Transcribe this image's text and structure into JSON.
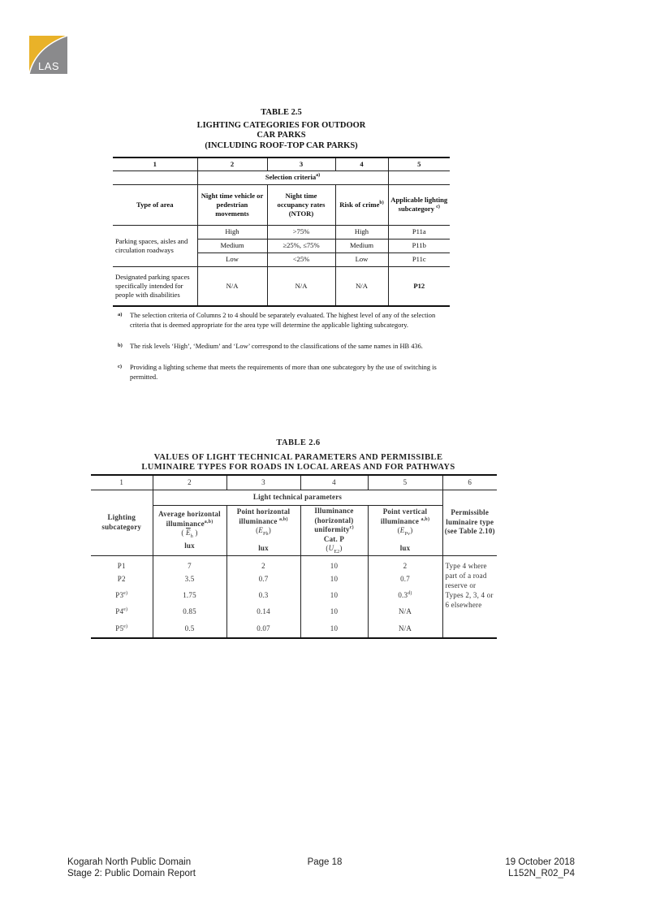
{
  "logo": {
    "text": "LAS",
    "colors": {
      "gold": "#e9b229",
      "grey": "#8a8a8c"
    }
  },
  "table25": {
    "label": "TABLE 2.5",
    "title_lines": [
      "LIGHTING CATEGORIES FOR OUTDOOR",
      "CAR PARKS",
      "(INCLUDING ROOF-TOP CAR PARKS)"
    ],
    "col_numbers": [
      "1",
      "2",
      "3",
      "4",
      "5"
    ],
    "selection_criteria": {
      "text": "Selection criteria",
      "sup": "a)"
    },
    "headers": [
      {
        "text": "Type of area",
        "sup": ""
      },
      {
        "text": "Night time vehicle or pedestrian movements",
        "sup": ""
      },
      {
        "text": "Night time occupancy rates (NTOR)",
        "sup": ""
      },
      {
        "text": "Risk of crime",
        "sup": "b)"
      },
      {
        "text": "Applicable lighting subcategory",
        "sup": "c)"
      }
    ],
    "group1_area": "Parking spaces, aisles and circulation roadways",
    "group1_rows": [
      [
        "High",
        ">75%",
        "High",
        "P11a"
      ],
      [
        "Medium",
        "≥25%, ≤75%",
        "Medium",
        "P11b"
      ],
      [
        "Low",
        "<25%",
        "Low",
        "P11c"
      ]
    ],
    "group2": [
      "Designated parking spaces specifically intended for people with disabilities",
      "N/A",
      "N/A",
      "N/A",
      "P12"
    ],
    "footnotes": [
      {
        "mark": "a)",
        "text": "The selection criteria of Columns 2 to 4 should be separately evaluated. The highest level of any of the selection criteria that is deemed appropriate for the area type will determine the applicable lighting subcategory."
      },
      {
        "mark": "b)",
        "text": "The risk levels ‘High’, ‘Medium’ and ‘Low’ correspond to the classifications of the same names in HB 436."
      },
      {
        "mark": "c)",
        "text": "Providing a lighting scheme that meets the requirements of more than one subcategory by the use of switching is permitted."
      }
    ]
  },
  "table26": {
    "label": "TABLE 2.6",
    "title_lines": [
      "VALUES OF LIGHT TECHNICAL PARAMETERS AND PERMISSIBLE",
      "LUMINAIRE TYPES FOR ROADS IN LOCAL AREAS AND FOR PATHWAYS"
    ],
    "col_numbers": [
      "1",
      "2",
      "3",
      "4",
      "5",
      "6"
    ],
    "group_header": "Light technical parameters",
    "col1_header": "Lighting subcategory",
    "col6_header": "Permissible luminaire type (see Table 2.10)",
    "headers": [
      {
        "text": "Average horizontal illuminance",
        "sup": "a,b)",
        "sym": "E",
        "sym_sub": "h",
        "unit": "lux"
      },
      {
        "text": "Point horizontal illuminance",
        "sup": "a,b)",
        "sym": "E",
        "sym_sub": "Ph",
        "unit": "lux"
      },
      {
        "text": "Illuminance (horizontal) uniformity",
        "sup": "c)",
        "extra": "Cat. P",
        "sym": "U",
        "sym_sub": "E2",
        "unit": ""
      },
      {
        "text": "Point vertical illuminance",
        "sup": "a,b)",
        "sym": "E",
        "sym_sub": "Pv",
        "unit": "lux"
      }
    ],
    "rows": [
      {
        "sub": "P1",
        "sup": "",
        "v": [
          "7",
          "2",
          "10",
          "2"
        ],
        "v5sup": ""
      },
      {
        "sub": "P2",
        "sup": "",
        "v": [
          "3.5",
          "0.7",
          "10",
          "0.7"
        ],
        "v5sup": ""
      },
      {
        "sub": "P3",
        "sup": "e)",
        "v": [
          "1.75",
          "0.3",
          "10",
          "0.3"
        ],
        "v5sup": "d)"
      },
      {
        "sub": "P4",
        "sup": "e)",
        "v": [
          "0.85",
          "0.14",
          "10",
          "N/A"
        ],
        "v5sup": ""
      },
      {
        "sub": "P5",
        "sup": "e)",
        "v": [
          "0.5",
          "0.07",
          "10",
          "N/A"
        ],
        "v5sup": ""
      }
    ],
    "luminaire_type": "Type 4 where part of a road reserve or Types 2, 3, 4 or 6 elsewhere"
  },
  "footer": {
    "left_line1": "Kogarah North Public Domain",
    "left_line2": "Stage 2: Public Domain Report",
    "page": "Page 18",
    "date": "19 October 2018",
    "ref": "L152N_R02_P4"
  }
}
